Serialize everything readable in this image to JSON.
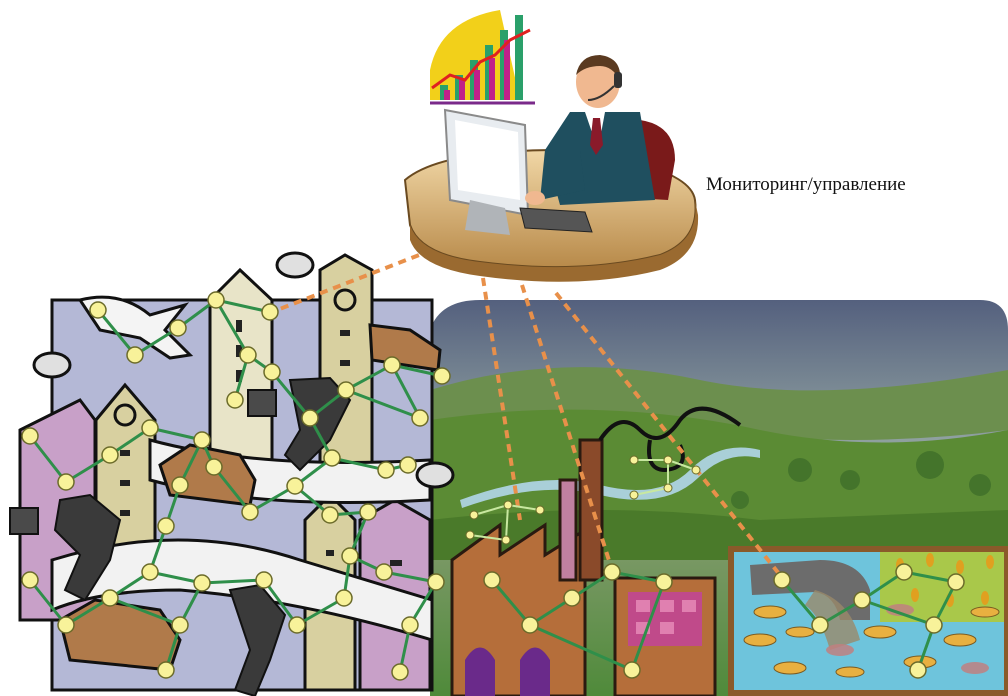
{
  "caption": "Мониторинг/управление",
  "colors": {
    "node_fill": "#f8f29a",
    "node_stroke": "#6b6b2a",
    "network_edge": "#2f8f4a",
    "link_dash": "#e8904a",
    "sky_top": "#5a6a8a",
    "field_green": "#5f9a3a",
    "river": "#9ec6d6",
    "factory_brown": "#b06a3a",
    "water_pond": "#3aa0c8",
    "desk": "#d9b07a",
    "suit": "#1f4f5f"
  },
  "icons": [
    "operator-with-headset",
    "computer-monitor",
    "keyboard",
    "bar-chart-icon",
    "airplane-icon",
    "satellite-dish-icon",
    "car-icon",
    "briefcase-businessman",
    "factory-icon",
    "fish-icon",
    "discharge-pipe-icon"
  ]
}
